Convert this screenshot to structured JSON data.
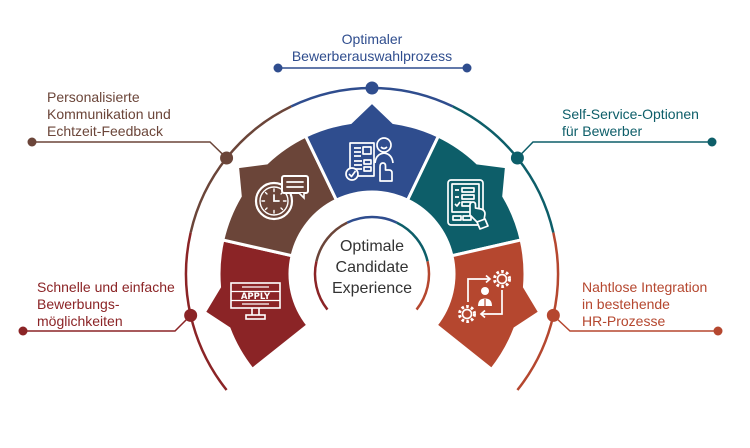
{
  "center": {
    "lines": [
      "Optimale",
      "Candidate",
      "Experience"
    ]
  },
  "items": [
    {
      "lines": [
        "Schnelle und einfache",
        "Bewerbungs-",
        "möglichkeiten"
      ],
      "color": "#8B2426",
      "icon": "monitor-apply-icon",
      "icon_text": "APPLY"
    },
    {
      "lines": [
        "Personalisierte",
        "Kommunikation und",
        "Echtzeit-Feedback"
      ],
      "color": "#6B4539",
      "icon": "clock-chat-icon"
    },
    {
      "lines": [
        "Optimaler",
        "Bewerberauswahlprozess"
      ],
      "color": "#2F4D8E",
      "icon": "candidate-selection-icon"
    },
    {
      "lines": [
        "Self-Service-Optionen",
        "für Bewerber"
      ],
      "color": "#0D5E69",
      "icon": "self-service-kiosk-icon"
    },
    {
      "lines": [
        "Nahtlose Integration",
        "in bestehende",
        "HR-Prozesse"
      ],
      "color": "#B5472F",
      "icon": "integration-gears-icon"
    }
  ]
}
